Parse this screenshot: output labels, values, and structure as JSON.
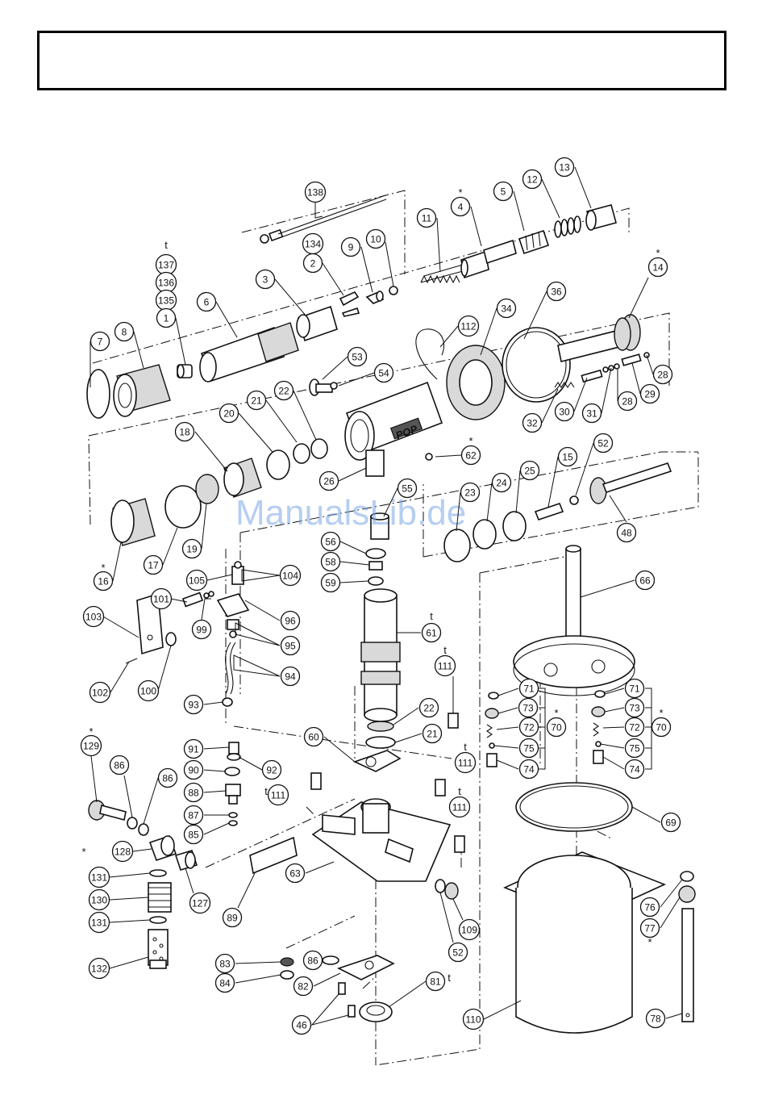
{
  "watermark": "ManualsLib.de",
  "brand_mark": "POP",
  "callouts": [
    {
      "id": "138",
      "label": "138"
    },
    {
      "id": "134",
      "label": "134"
    },
    {
      "id": "2",
      "label": "2"
    },
    {
      "id": "9",
      "label": "9"
    },
    {
      "id": "10",
      "label": "10"
    },
    {
      "id": "11",
      "label": "11"
    },
    {
      "id": "4",
      "label": "4"
    },
    {
      "id": "5",
      "label": "5"
    },
    {
      "id": "12",
      "label": "12"
    },
    {
      "id": "13",
      "label": "13"
    },
    {
      "id": "137",
      "label": "137"
    },
    {
      "id": "136",
      "label": "136"
    },
    {
      "id": "135",
      "label": "135"
    },
    {
      "id": "1",
      "label": "1"
    },
    {
      "id": "6",
      "label": "6"
    },
    {
      "id": "3",
      "label": "3"
    },
    {
      "id": "7",
      "label": "7"
    },
    {
      "id": "8",
      "label": "8"
    },
    {
      "id": "112",
      "label": "112"
    },
    {
      "id": "34",
      "label": "34"
    },
    {
      "id": "36",
      "label": "36"
    },
    {
      "id": "14",
      "label": "14"
    },
    {
      "id": "53",
      "label": "53"
    },
    {
      "id": "54",
      "label": "54"
    },
    {
      "id": "28a",
      "label": "28"
    },
    {
      "id": "28b",
      "label": "28"
    },
    {
      "id": "29",
      "label": "29"
    },
    {
      "id": "31",
      "label": "31"
    },
    {
      "id": "30",
      "label": "30"
    },
    {
      "id": "32",
      "label": "32"
    },
    {
      "id": "18",
      "label": "18"
    },
    {
      "id": "20",
      "label": "20"
    },
    {
      "id": "21a",
      "label": "21"
    },
    {
      "id": "22a",
      "label": "22"
    },
    {
      "id": "62",
      "label": "62"
    },
    {
      "id": "26",
      "label": "26"
    },
    {
      "id": "15",
      "label": "15"
    },
    {
      "id": "52a",
      "label": "52"
    },
    {
      "id": "25",
      "label": "25"
    },
    {
      "id": "24",
      "label": "24"
    },
    {
      "id": "23",
      "label": "23"
    },
    {
      "id": "55",
      "label": "55"
    },
    {
      "id": "48",
      "label": "48"
    },
    {
      "id": "16",
      "label": "16"
    },
    {
      "id": "17",
      "label": "17"
    },
    {
      "id": "19",
      "label": "19"
    },
    {
      "id": "56",
      "label": "56"
    },
    {
      "id": "58",
      "label": "58"
    },
    {
      "id": "59",
      "label": "59"
    },
    {
      "id": "66",
      "label": "66"
    },
    {
      "id": "105",
      "label": "105"
    },
    {
      "id": "104",
      "label": "104"
    },
    {
      "id": "101",
      "label": "101"
    },
    {
      "id": "103",
      "label": "103"
    },
    {
      "id": "96",
      "label": "96"
    },
    {
      "id": "61",
      "label": "61"
    },
    {
      "id": "99",
      "label": "99"
    },
    {
      "id": "95",
      "label": "95"
    },
    {
      "id": "111a",
      "label": "111"
    },
    {
      "id": "94",
      "label": "94"
    },
    {
      "id": "102",
      "label": "102"
    },
    {
      "id": "100",
      "label": "100"
    },
    {
      "id": "71a",
      "label": "71"
    },
    {
      "id": "71b",
      "label": "71"
    },
    {
      "id": "73a",
      "label": "73"
    },
    {
      "id": "73b",
      "label": "73"
    },
    {
      "id": "70a",
      "label": "70"
    },
    {
      "id": "70b",
      "label": "70"
    },
    {
      "id": "72a",
      "label": "72"
    },
    {
      "id": "72b",
      "label": "72"
    },
    {
      "id": "75a",
      "label": "75"
    },
    {
      "id": "75b",
      "label": "75"
    },
    {
      "id": "74a",
      "label": "74"
    },
    {
      "id": "74b",
      "label": "74"
    },
    {
      "id": "93",
      "label": "93"
    },
    {
      "id": "22b",
      "label": "22"
    },
    {
      "id": "21b",
      "label": "21"
    },
    {
      "id": "60",
      "label": "60"
    },
    {
      "id": "129",
      "label": "129"
    },
    {
      "id": "91",
      "label": "91"
    },
    {
      "id": "92",
      "label": "92"
    },
    {
      "id": "90",
      "label": "90"
    },
    {
      "id": "86a",
      "label": "86"
    },
    {
      "id": "86b",
      "label": "86"
    },
    {
      "id": "88",
      "label": "88"
    },
    {
      "id": "111b",
      "label": "111"
    },
    {
      "id": "111c",
      "label": "111"
    },
    {
      "id": "111d",
      "label": "111"
    },
    {
      "id": "87",
      "label": "87"
    },
    {
      "id": "85",
      "label": "85"
    },
    {
      "id": "69",
      "label": "69"
    },
    {
      "id": "128",
      "label": "128"
    },
    {
      "id": "63",
      "label": "63"
    },
    {
      "id": "131a",
      "label": "131"
    },
    {
      "id": "130",
      "label": "130"
    },
    {
      "id": "127",
      "label": "127"
    },
    {
      "id": "89",
      "label": "89"
    },
    {
      "id": "131b",
      "label": "131"
    },
    {
      "id": "76",
      "label": "76"
    },
    {
      "id": "77",
      "label": "77"
    },
    {
      "id": "109",
      "label": "109"
    },
    {
      "id": "52b",
      "label": "52"
    },
    {
      "id": "83",
      "label": "83"
    },
    {
      "id": "86c",
      "label": "86"
    },
    {
      "id": "84",
      "label": "84"
    },
    {
      "id": "82",
      "label": "82"
    },
    {
      "id": "81",
      "label": "81"
    },
    {
      "id": "132",
      "label": "132"
    },
    {
      "id": "46",
      "label": "46"
    },
    {
      "id": "110",
      "label": "110"
    },
    {
      "id": "78",
      "label": "78"
    }
  ],
  "marks": {
    "asterisk": "*",
    "t": "t"
  }
}
